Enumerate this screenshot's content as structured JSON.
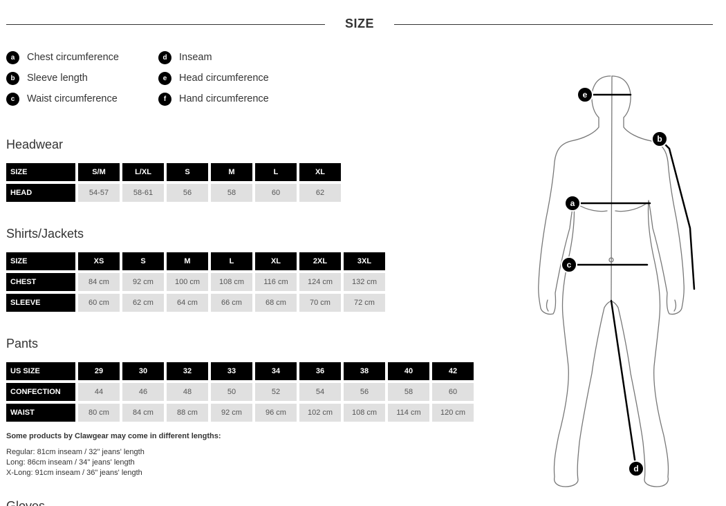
{
  "header": {
    "title": "SIZE"
  },
  "legend": {
    "items": [
      {
        "badge": "a",
        "label": "Chest circumference"
      },
      {
        "badge": "b",
        "label": "Sleeve length"
      },
      {
        "badge": "c",
        "label": "Waist circumference"
      },
      {
        "badge": "d",
        "label": "Inseam"
      },
      {
        "badge": "e",
        "label": "Head circumference"
      },
      {
        "badge": "f",
        "label": "Hand circumference"
      }
    ]
  },
  "headwear": {
    "title": "Headwear",
    "header_label": "SIZE",
    "headers": [
      "S/M",
      "L/XL",
      "S",
      "M",
      "L",
      "XL"
    ],
    "rows": [
      {
        "label": "HEAD",
        "values": [
          "54-57",
          "58-61",
          "56",
          "58",
          "60",
          "62"
        ]
      }
    ]
  },
  "shirts": {
    "title": "Shirts/Jackets",
    "header_label": "SIZE",
    "headers": [
      "XS",
      "S",
      "M",
      "L",
      "XL",
      "2XL",
      "3XL"
    ],
    "rows": [
      {
        "label": "CHEST",
        "values": [
          "84 cm",
          "92 cm",
          "100 cm",
          "108 cm",
          "116 cm",
          "124 cm",
          "132 cm"
        ]
      },
      {
        "label": "SLEEVE",
        "values": [
          "60 cm",
          "62 cm",
          "64 cm",
          "66 cm",
          "68 cm",
          "70 cm",
          "72 cm"
        ]
      }
    ]
  },
  "pants": {
    "title": "Pants",
    "header_label": "US SIZE",
    "headers": [
      "29",
      "30",
      "32",
      "33",
      "34",
      "36",
      "38",
      "40",
      "42"
    ],
    "rows": [
      {
        "label": "CONFECTION",
        "values": [
          "44",
          "46",
          "48",
          "50",
          "52",
          "54",
          "56",
          "58",
          "60"
        ]
      },
      {
        "label": "WAIST",
        "values": [
          "80 cm",
          "84 cm",
          "88 cm",
          "92 cm",
          "96 cm",
          "102 cm",
          "108 cm",
          "114 cm",
          "120 cm"
        ]
      }
    ]
  },
  "notes": {
    "heading": "Some products by Clawgear may come in different lengths:",
    "lines": [
      "Regular: 81cm inseam / 32\" jeans' length",
      "Long: 86cm inseam / 34\" jeans' length",
      "X-Long: 91cm inseam / 36\" jeans' length"
    ]
  },
  "next_section": {
    "title": "Gloves"
  },
  "figure": {
    "markers": [
      "e",
      "b",
      "a",
      "c",
      "d"
    ]
  }
}
